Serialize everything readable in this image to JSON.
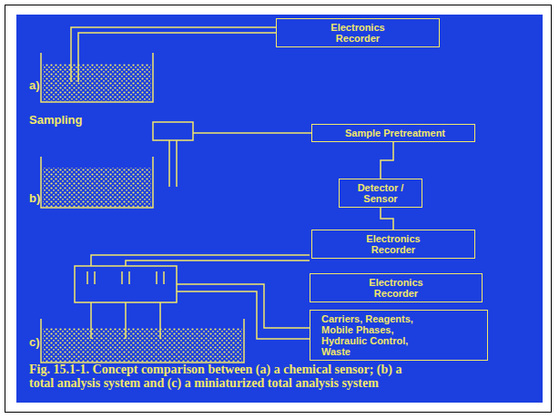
{
  "diagram": {
    "caption": "Fig. 15.1-1. Concept comparison between (a) a chemical sensor; (b) a total analysis system and (c) a miniaturized total analysis system",
    "nodes": [
      {
        "text": [
          "Electronics Recorder"
        ]
      },
      {
        "text": [
          "Sample Pretreatment"
        ]
      },
      {
        "text": [
          "Detector / Sensor"
        ]
      },
      {
        "text": [
          "Electronics Recorder"
        ]
      },
      {
        "text": [
          "Electronics Recorder"
        ]
      },
      {
        "text": [
          "Carriers, Reagents, Mobile Phases, Hydraulic Control, Waste"
        ]
      }
    ],
    "edges": [
      {
        "from": 1,
        "to": 2,
        "arrow": "none"
      },
      {
        "from": 2,
        "to": 3,
        "arrow": "none"
      }
    ],
    "labels": [
      "a)",
      "Sampling",
      "b)",
      "c)"
    ]
  }
}
